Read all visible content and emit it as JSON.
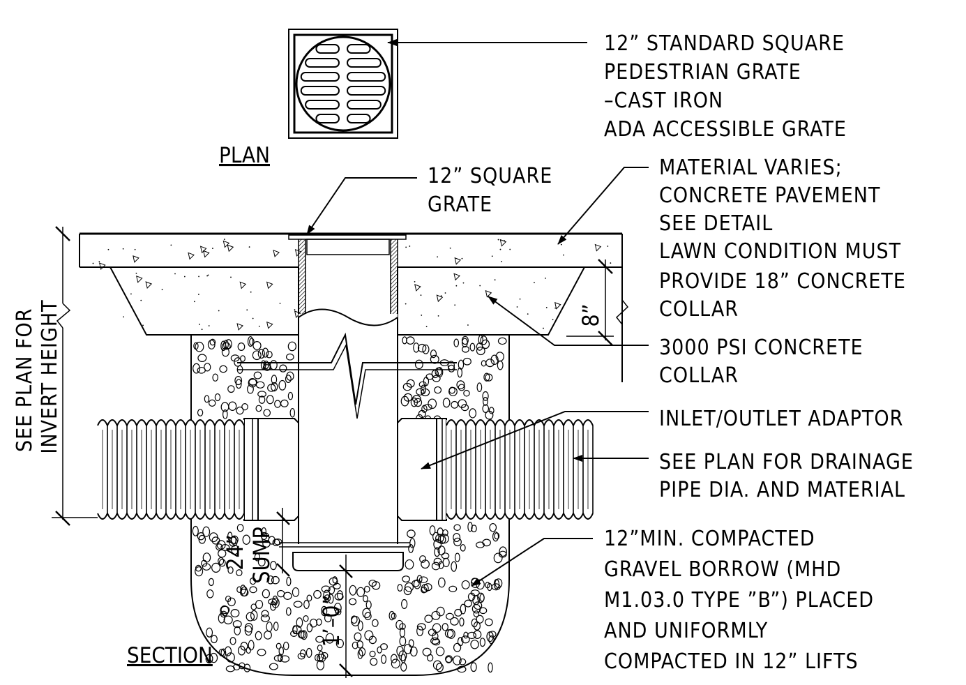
{
  "labels": {
    "plan_title": "PLAN",
    "section_title": "SECTION",
    "std_grate": [
      "12” STANDARD SQUARE",
      "PEDESTRIAN GRATE",
      "–CAST IRON",
      "ADA ACCESSIBLE GRATE"
    ],
    "square_grate": [
      "12” SQUARE",
      "GRATE"
    ],
    "material": [
      "MATERIAL VARIES;",
      "CONCRETE PAVEMENT",
      "SEE DETAIL",
      "LAWN CONDITION MUST",
      "PROVIDE 18” CONCRETE",
      "COLLAR"
    ],
    "concrete_collar": [
      "3000 PSI CONCRETE",
      "COLLAR"
    ],
    "adaptor": "INLET/OUTLET ADAPTOR",
    "drainage_pipe": [
      "SEE PLAN FOR DRAINAGE",
      "PIPE DIA. AND MATERIAL"
    ],
    "gravel": [
      "12”MIN. COMPACTED",
      "GRAVEL BORROW (MHD",
      "M1.03.0 TYPE ”B”) PLACED",
      "AND UNIFORMLY",
      "COMPACTED IN 12” LIFTS"
    ],
    "invert_height": [
      "SEE PLAN FOR",
      "INVERT HEIGHT"
    ]
  },
  "dimensions": {
    "collar_depth": "8”",
    "sump": "24”",
    "sump_label": "SUMP",
    "bottom_gravel": "1’–0”"
  }
}
